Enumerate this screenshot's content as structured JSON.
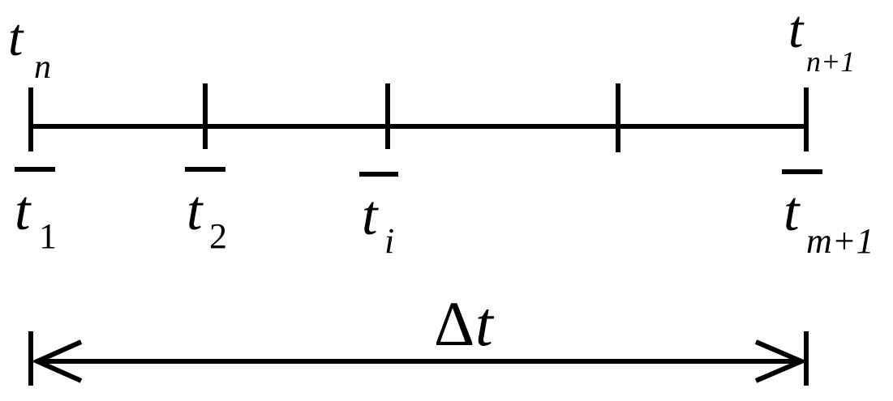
{
  "top_labels": {
    "left": {
      "base": "t",
      "sub": "n"
    },
    "right": {
      "base": "t",
      "sub": "n+1"
    }
  },
  "bottom_labels": [
    {
      "base": "t",
      "sub": "1"
    },
    {
      "base": "t",
      "sub": "2"
    },
    {
      "base": "t",
      "sub": "i"
    },
    {
      "base": "t",
      "sub": "m+1"
    }
  ],
  "interval_label": {
    "delta": "Δ",
    "var": "t"
  },
  "colors": {
    "stroke": "#000000",
    "background": "#ffffff"
  }
}
